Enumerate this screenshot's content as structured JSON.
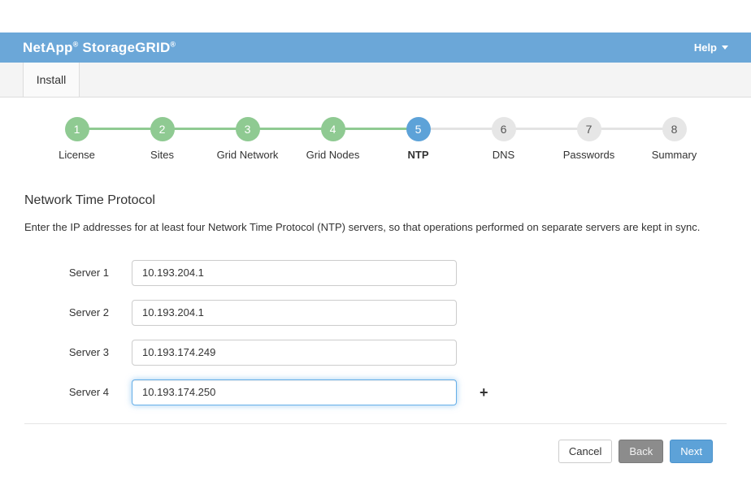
{
  "header": {
    "brand_part1": "NetApp",
    "brand_part2": "StorageGRID",
    "registered_mark": "®",
    "help_label": "Help"
  },
  "tabs": {
    "install_label": "Install"
  },
  "wizard": {
    "steps": [
      {
        "number": "1",
        "label": "License",
        "state": "completed"
      },
      {
        "number": "2",
        "label": "Sites",
        "state": "completed"
      },
      {
        "number": "3",
        "label": "Grid Network",
        "state": "completed"
      },
      {
        "number": "4",
        "label": "Grid Nodes",
        "state": "completed"
      },
      {
        "number": "5",
        "label": "NTP",
        "state": "active"
      },
      {
        "number": "6",
        "label": "DNS",
        "state": "pending"
      },
      {
        "number": "7",
        "label": "Passwords",
        "state": "pending"
      },
      {
        "number": "8",
        "label": "Summary",
        "state": "pending"
      }
    ]
  },
  "content": {
    "title": "Network Time Protocol",
    "description": "Enter the IP addresses for at least four Network Time Protocol (NTP) servers, so that operations performed on separate servers are kept in sync."
  },
  "form": {
    "servers": [
      {
        "label": "Server 1",
        "value": "10.193.204.1",
        "focused": false
      },
      {
        "label": "Server 2",
        "value": "10.193.204.1",
        "focused": false
      },
      {
        "label": "Server 3",
        "value": "10.193.174.249",
        "focused": false
      },
      {
        "label": "Server 4",
        "value": "10.193.174.250",
        "focused": true
      }
    ],
    "add_button_label": "+"
  },
  "footer": {
    "cancel_label": "Cancel",
    "back_label": "Back",
    "next_label": "Next"
  },
  "colors": {
    "header-blue": "#6ba7d8",
    "accent-blue": "#5da2d8",
    "step-green": "#8fca92",
    "step-gray": "#e6e6e6"
  }
}
